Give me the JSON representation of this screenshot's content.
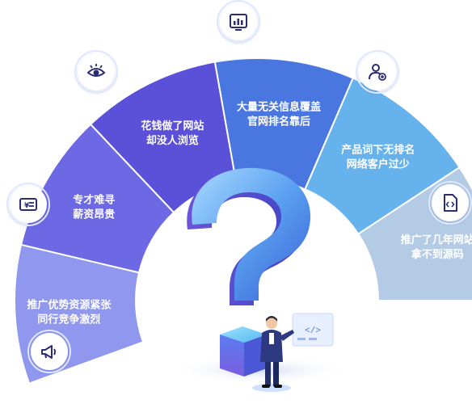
{
  "segments": [
    {
      "lines": [
        "推广优势资源紧张",
        "同行竞争激烈"
      ],
      "color": "#8f97ee"
    },
    {
      "lines": [
        "专才难寻",
        "薪资昂贵"
      ],
      "color": "#6d69e4"
    },
    {
      "lines": [
        "花钱做了网站",
        "却没人浏览"
      ],
      "color": "#5b50d8"
    },
    {
      "lines": [
        "大量无关信息覆盖",
        "官网排名靠后"
      ],
      "color": "#4a76df"
    },
    {
      "lines": [
        "产品词下无排名",
        "网络客户过少"
      ],
      "color": "#66b2ec"
    },
    {
      "lines": [
        "推广了几年网站",
        "拿不到源码"
      ],
      "color": "#b3cbe4"
    }
  ],
  "icons": [
    {
      "name": "megaphone-icon"
    },
    {
      "name": "payment-card-icon"
    },
    {
      "name": "eye-icon"
    },
    {
      "name": "analytics-chart-icon"
    },
    {
      "name": "user-add-icon"
    },
    {
      "name": "code-file-icon"
    }
  ],
  "illustration": {
    "board_text": "</>",
    "accent_color": "#3d6ee0"
  }
}
